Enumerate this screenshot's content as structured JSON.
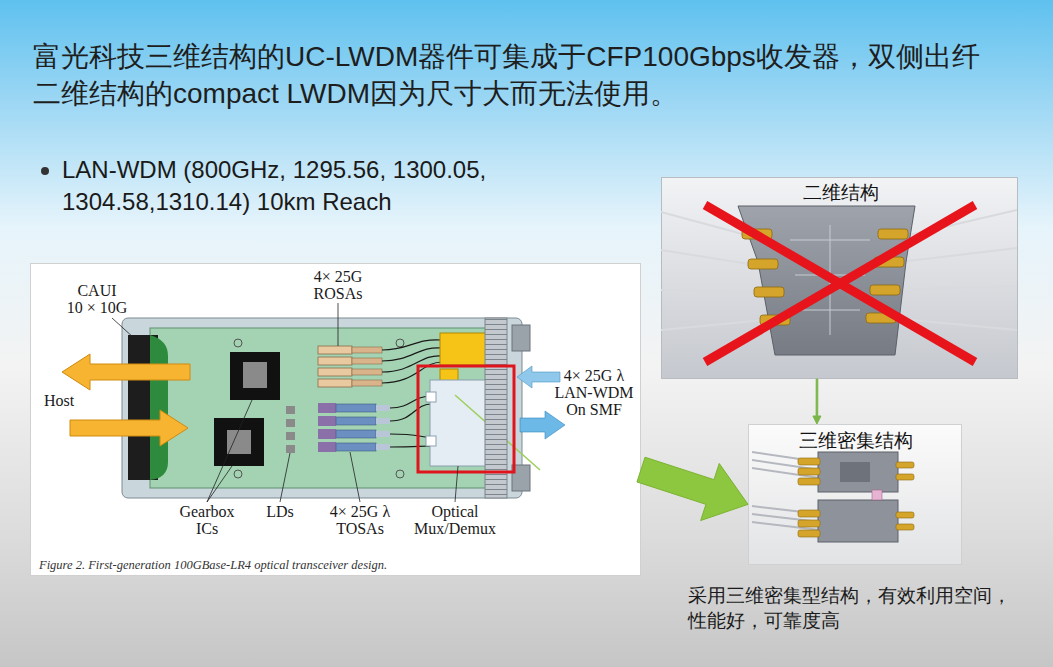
{
  "diagram": {
    "title": "富光科技三维结构的UC-LWDM器件可集成于CFP100Gbps收发器，双侧出纤 二维结构的compact LWDM因为尺寸大而无法使用。",
    "nodes": [
      {
        "text": [
          "Figure 2. First-generation 100GBase-LR4 optical transceiver design."
        ]
      },
      {
        "text": [
          "二维结构"
        ]
      },
      {
        "text": [
          "三维密集结构"
        ]
      }
    ],
    "edges": [
      {
        "from": 0,
        "to": 2,
        "arrow": "to"
      },
      {
        "from": 1,
        "to": 2,
        "arrow": "to"
      }
    ],
    "labels": [
      "LAN-WDM (800GHz, 1295.56, 1300.05, 1304.58,1310.14) 10km Reach",
      "CAUI",
      "10 × 10G",
      "Host",
      "4× 25G ROSAs",
      "4× 25G λ LAN-WDM On SMF",
      "Gearbox ICs",
      "LDs",
      "4× 25G λ TOSAs",
      "Optical Mux/Demux",
      "采用三维密集型结构，有效利用空间， 性能好，可靠度高"
    ]
  }
}
